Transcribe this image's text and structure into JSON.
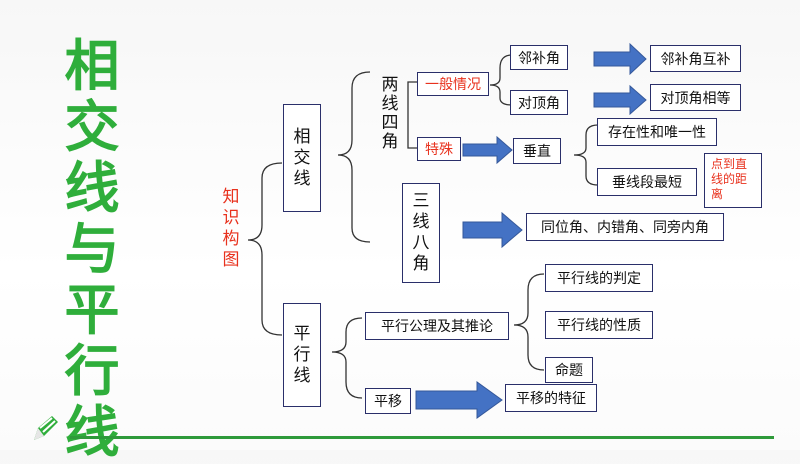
{
  "title_chars": [
    "相",
    "交",
    "线",
    "与",
    "平",
    "行",
    "线"
  ],
  "knowledge_map_chars": [
    "知",
    "识",
    "构",
    "图"
  ],
  "nodes": {
    "intersect": [
      "相",
      "交",
      "线"
    ],
    "parallel": [
      "平",
      "行",
      "线"
    ],
    "two_lines_four_angles": [
      "两",
      "线",
      "四",
      "角"
    ],
    "three_lines_eight_angles": [
      "三",
      "线",
      "八",
      "角"
    ],
    "general": "一般情况",
    "special": "特殊",
    "supplementary": "邻补角",
    "supplementary_result": "邻补角互补",
    "vertical": "对顶角",
    "vertical_result": "对顶角相等",
    "perpendicular": "垂直",
    "existence": "存在性和唯一性",
    "shortest": "垂线段最短",
    "distance_note": [
      "点到直",
      "线的距",
      "离"
    ],
    "angle_types": "同位角、内错角、同旁内角",
    "axiom": "平行公理及其推论",
    "criteria": "平行线的判定",
    "properties": "平行线的性质",
    "proposition": "命题",
    "translation": "平移",
    "translation_features": "平移的特征"
  },
  "colors": {
    "title_green": "#2fae3b",
    "red_text": "#e8321e",
    "arrow_blue": "#4472c4",
    "box_border": "#2a2f6a"
  }
}
